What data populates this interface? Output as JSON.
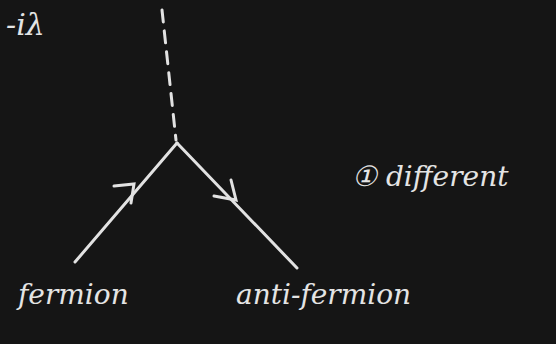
{
  "diagram": {
    "labels": [
      "-iλ",
      "fermion",
      "anti-fermion",
      "① different"
    ]
  }
}
